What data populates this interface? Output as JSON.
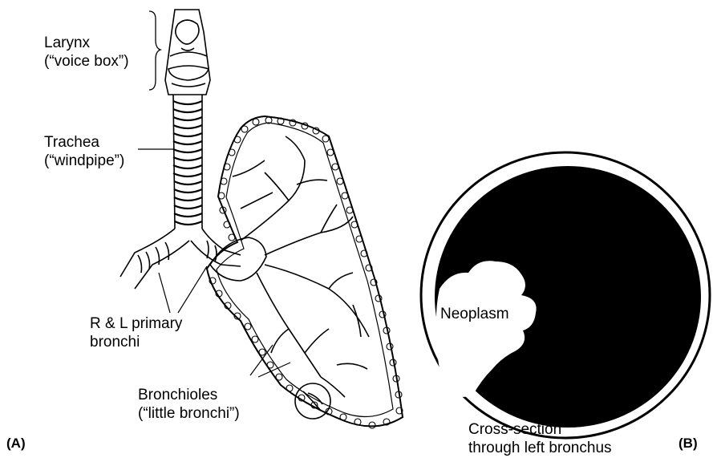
{
  "labels": {
    "larynx": "Larynx",
    "larynx_alias": "(“voice box”)",
    "trachea": "Trachea",
    "trachea_alias": "(“windpipe”)",
    "primary_bronchi_line1": "R & L primary",
    "primary_bronchi_line2": "bronchi",
    "bronchioles": "Bronchioles",
    "bronchioles_alias": "(“little bronchi”)",
    "neoplasm": "Neoplasm",
    "cross_section_line1": "Cross-section",
    "cross_section_line2": "through left bronchus"
  },
  "panels": {
    "a": "(A)",
    "b": "(B)"
  },
  "colors": {
    "ink": "#000000",
    "paper": "#ffffff"
  }
}
